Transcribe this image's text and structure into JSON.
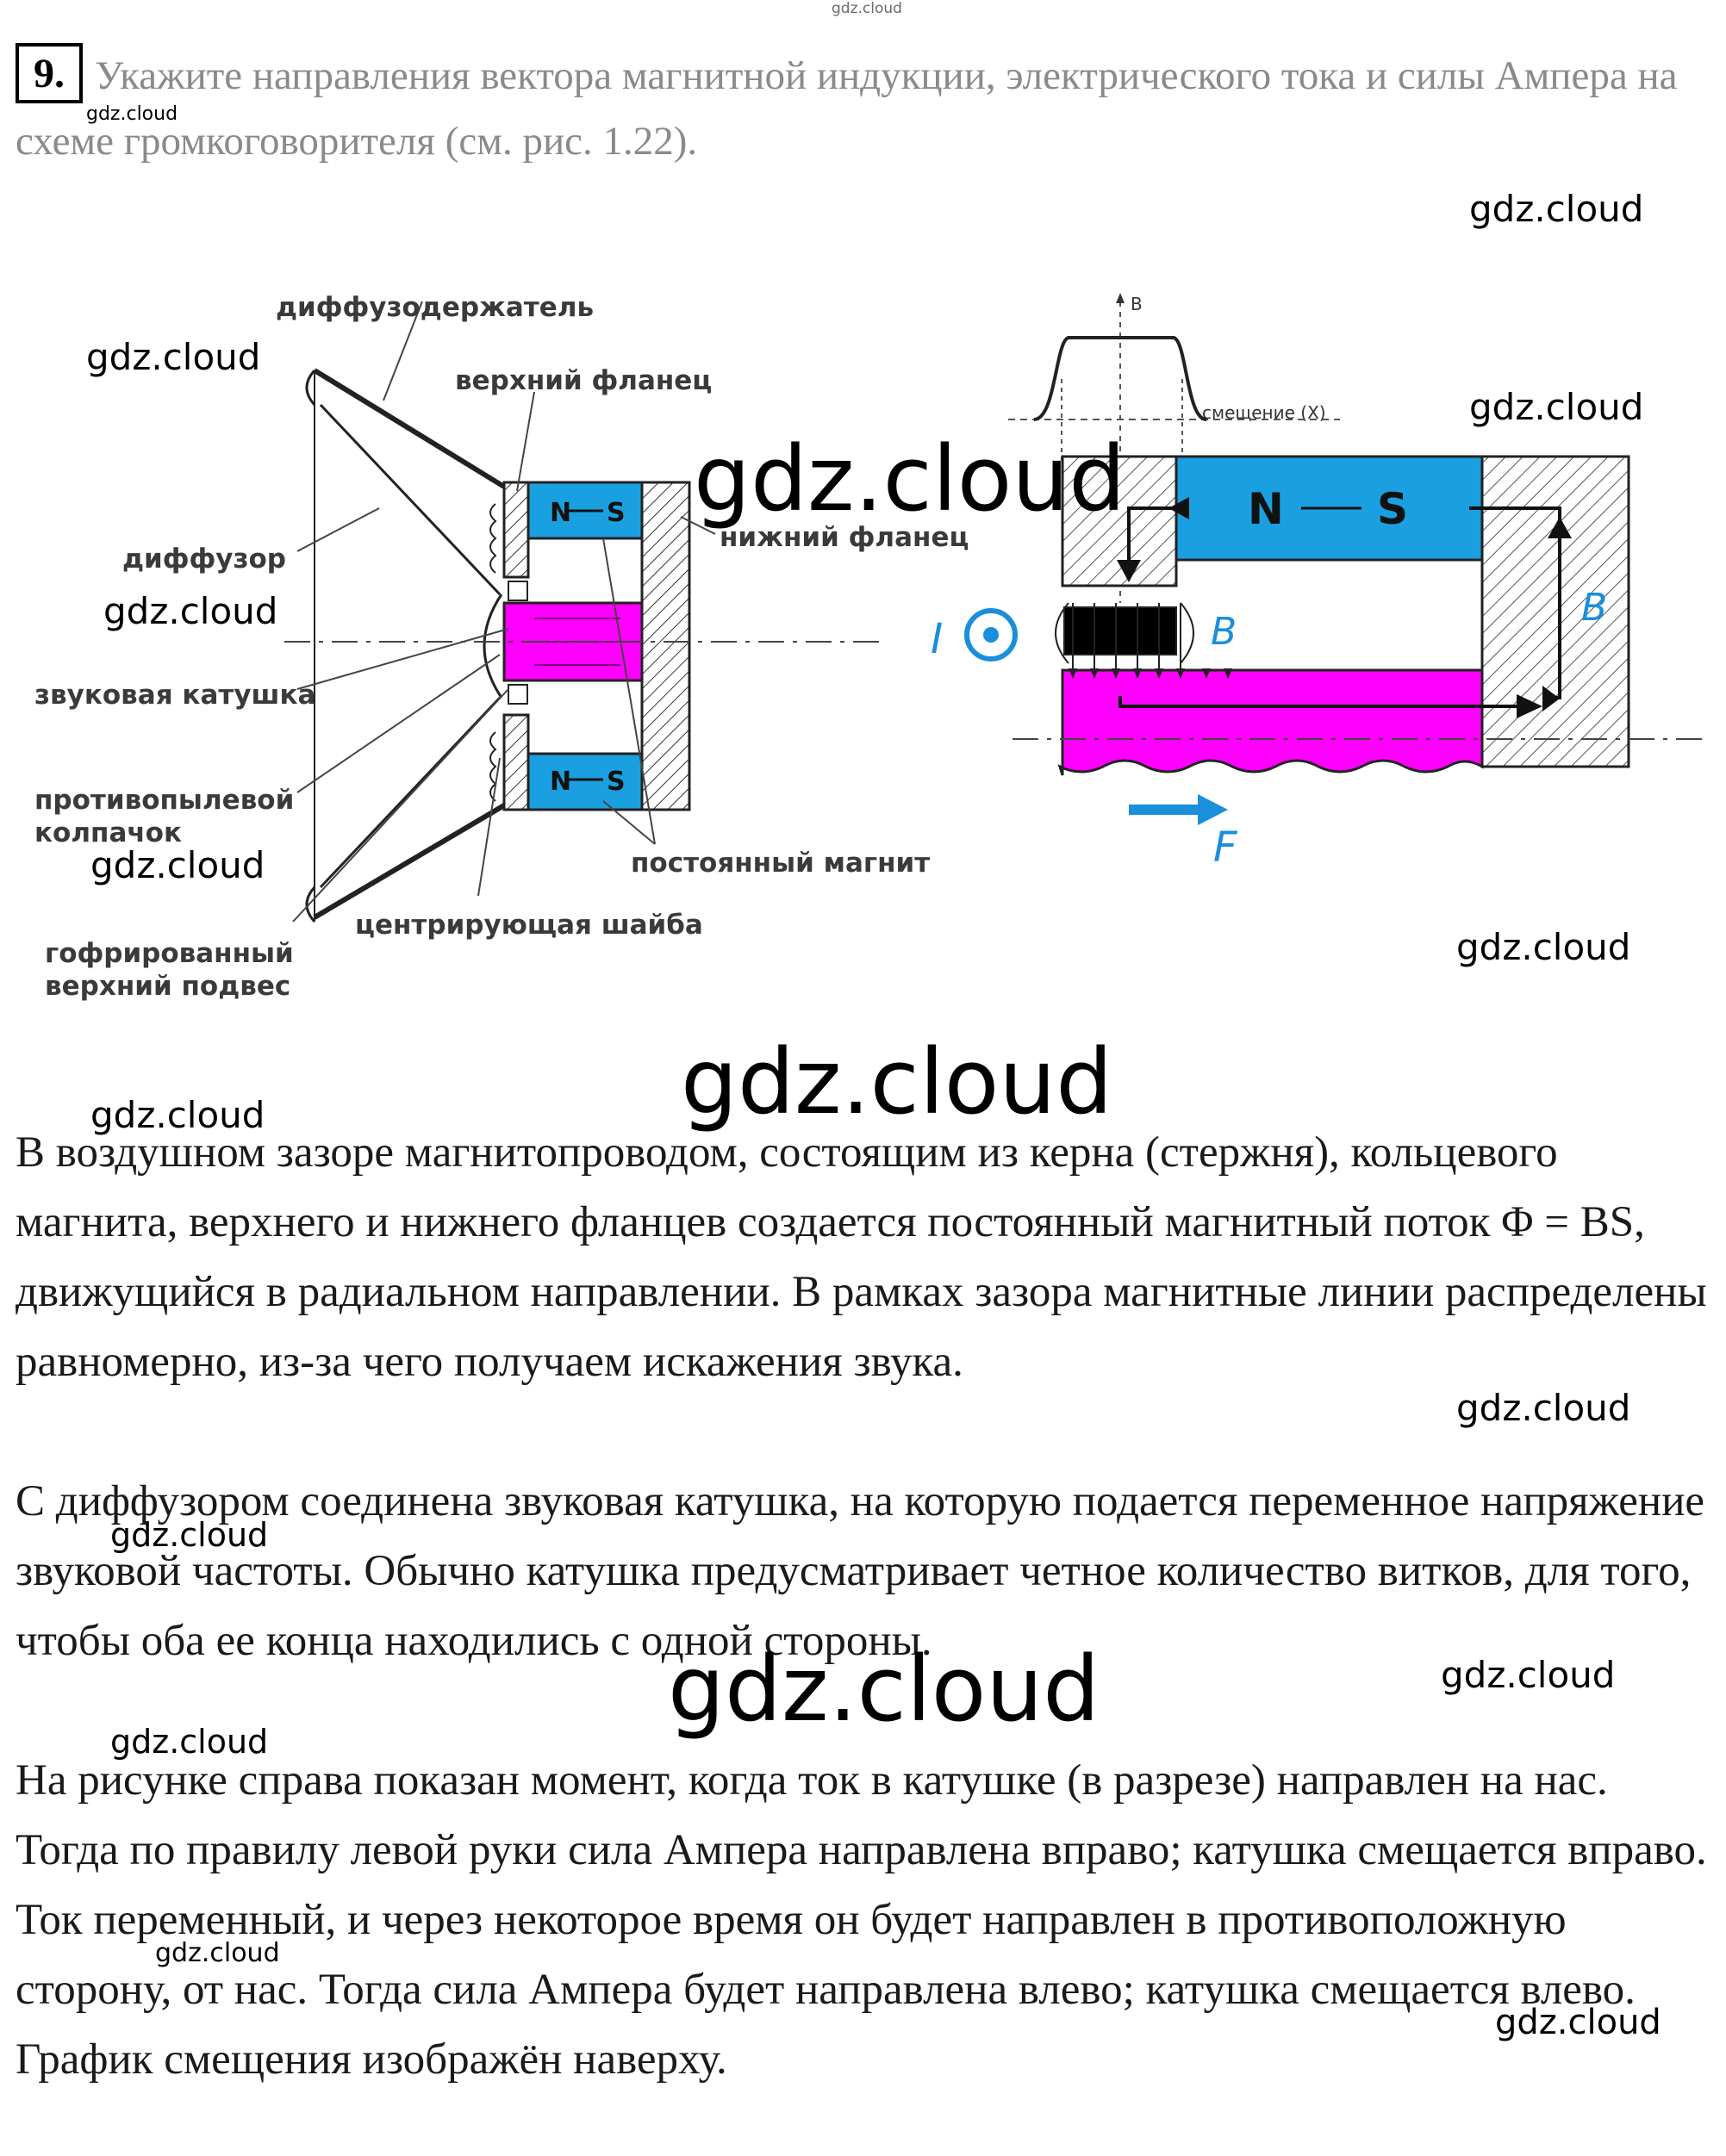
{
  "watermark": "gdz.cloud",
  "task": {
    "number": "9.",
    "text": "Укажите направления вектора магнитной индукции, электрического тока и силы Ампера на схеме громкоговорителя (см. рис. 1.22)."
  },
  "diagram_left": {
    "labels": {
      "cone_holder": "диффузодержатель",
      "upper_flange": "верхний фланец",
      "lower_flange": "нижний фланец",
      "cone": "диффузор",
      "voice_coil": "звуковая катушка",
      "dust_cap": "противопылевой колпачок",
      "centering_washer": "центрирующая шайба",
      "permanent_magnet": "постоянный магнит",
      "surround": "гофрированный верхний подвес"
    },
    "magnet_top": {
      "n": "N",
      "s": "S"
    },
    "magnet_bottom": {
      "n": "N",
      "s": "S"
    }
  },
  "diagram_right": {
    "axis_b": "B",
    "axis_x": "смещение (X)",
    "magnet": {
      "n": "N",
      "s": "S"
    },
    "field_label_left": "B",
    "field_label_right": "B",
    "current_label": "I",
    "force_label": "F"
  },
  "paragraphs": [
    "В воздушном зазоре магнитопроводом, состоящим из керна (стержня), кольцевого магнита, верхнего и нижнего фланцев создается постоянный магнитный поток Φ = BS, движущийся в радиальном направлении. В рамках зазора магнитные линии распределены равномерно, из-за чего получаем искажения звука.",
    "С диффузором соединена звуковая катушка, на которую подается переменное напряжение звуковой частоты. Обычно катушка предусматривает четное количество витков, для того, чтобы оба ее конца находились с одной стороны.",
    "На рисунке справа показан момент, когда ток в катушке (в разрезе) направлен на нас. Тогда по правилу левой руки сила Ампера направлена вправо; катушка смещается вправо. Ток переменный, и через некоторое время он будет направлен в противоположную сторону, от нас. Тогда сила Ампера будет направлена влево; катушка смещается влево. График смещения изображён наверху."
  ],
  "colors": {
    "magnet_blue": "#1aa0e0",
    "core_magenta": "#ff00ff",
    "label_blue": "#1a8fdc",
    "task_gray": "#8a8a8a"
  }
}
